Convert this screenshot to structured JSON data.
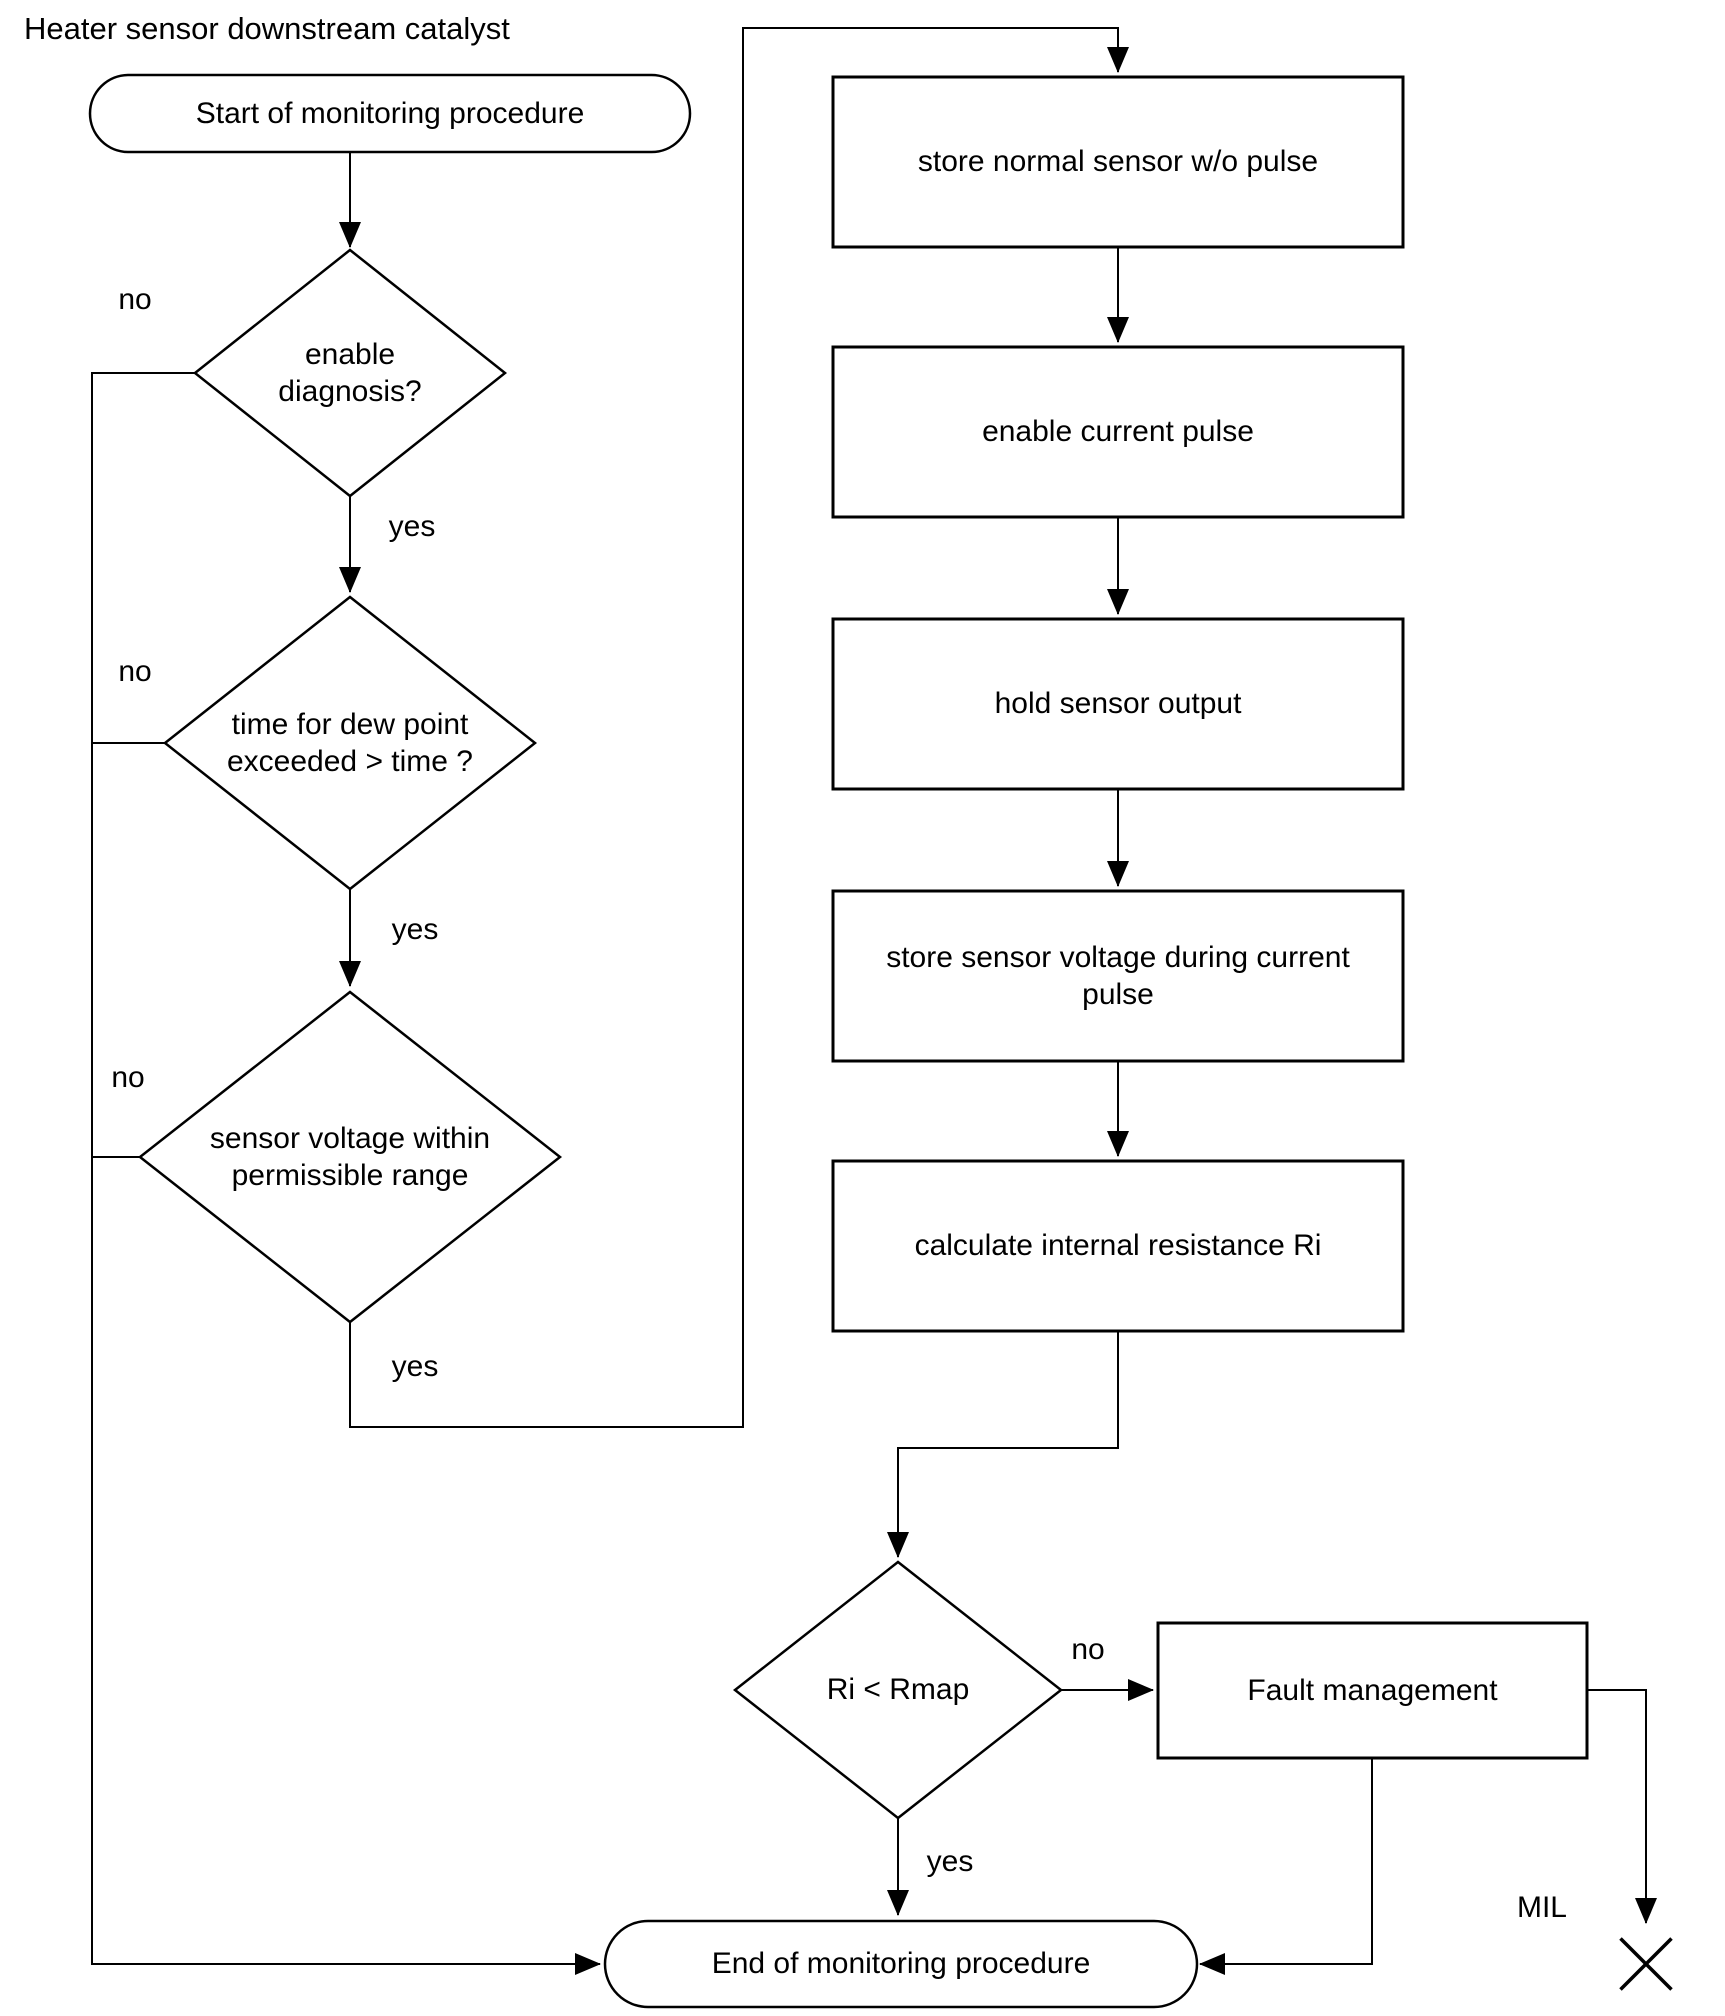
{
  "title": "Heater sensor downstream catalyst",
  "colors": {
    "line": "#000000",
    "background": "#ffffff",
    "text": "#000000"
  },
  "nodes": {
    "start": {
      "label": "Start of monitoring procedure"
    },
    "enable_diagnosis": {
      "label": "enable diagnosis?"
    },
    "dew_point": {
      "label": "time for dew point exceeded > time ?"
    },
    "sensor_voltage": {
      "label": "sensor voltage within permissible range"
    },
    "store_normal": {
      "label": "store normal sensor w/o pulse"
    },
    "enable_pulse": {
      "label": "enable current pulse"
    },
    "hold_output": {
      "label": "hold sensor output"
    },
    "store_voltage": {
      "label": "store sensor voltage during current pulse"
    },
    "calc_ri": {
      "label": "calculate internal resistance Ri"
    },
    "ri_compare": {
      "label": "Ri < Rmap"
    },
    "fault": {
      "label": "Fault management"
    },
    "end": {
      "label": "End of monitoring procedure"
    }
  },
  "branch_labels": {
    "enable_diagnosis_no": "no",
    "enable_diagnosis_yes": "yes",
    "dew_point_no": "no",
    "dew_point_yes": "yes",
    "sensor_voltage_no": "no",
    "sensor_voltage_yes": "yes",
    "ri_compare_no": "no",
    "ri_compare_yes": "yes"
  },
  "mil_label": "MIL"
}
